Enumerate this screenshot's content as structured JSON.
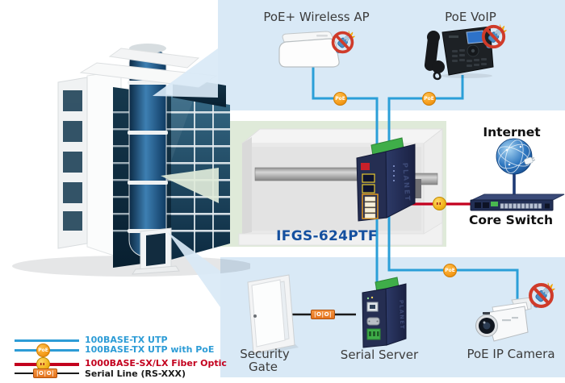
{
  "diagram": {
    "product_label": "IFGS-624PTF",
    "brand": "PLANET",
    "devices": {
      "wireless_ap": "PoE+ Wireless AP",
      "voip_phone": "PoE VoIP",
      "internet": "Internet",
      "core_switch": "Core Switch",
      "security_gate_line1": "Security",
      "security_gate_line2": "Gate",
      "serial_server": "Serial Server",
      "ip_camera": "PoE IP Camera"
    },
    "badges": {
      "poe": "PoE",
      "serial": "|O|O|"
    },
    "colors": {
      "panel_blue": "#d9e9f6",
      "panel_green": "#dfead9",
      "utp_line_blue": "#2b9fd8",
      "fiber_line_red": "#c3001e",
      "internet_line_navy": "#1e3a75",
      "serial_line_black": "#1a1a1a",
      "poe_badge_orange": "#f59c1b",
      "fiber_badge_gold": "#f2b41d",
      "serial_badge_orange": "#e4731d",
      "product_label_blue": "#15509f"
    }
  },
  "legend": {
    "items": [
      {
        "label": "100BASE-TX UTP",
        "color": "#2d9cd6"
      },
      {
        "label": "100BASE-TX UTP with PoE",
        "color": "#2d9cd6"
      },
      {
        "label": "1000BASE-SX/LX Fiber Optic",
        "color": "#c3001e"
      },
      {
        "label": "Serial Line (RS-XXX)",
        "color": "#1a1a1a"
      }
    ]
  }
}
